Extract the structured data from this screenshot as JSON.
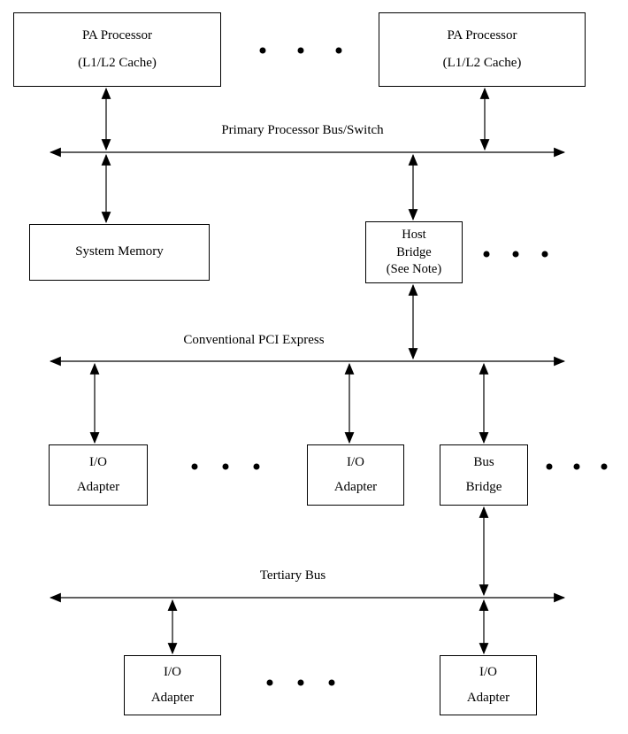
{
  "diagram": {
    "colors": {
      "ink": "#000000",
      "background": "#ffffff"
    },
    "pa_processor_left": {
      "line1": "PA Processor",
      "line2": "(L1/L2 Cache)"
    },
    "pa_processor_right": {
      "line1": "PA Processor",
      "line2": "(L1/L2 Cache)"
    },
    "bus_labels": {
      "primary": "Primary Processor Bus/Switch",
      "pci": "Conventional PCI Express",
      "tertiary": "Tertiary Bus"
    },
    "system_memory": {
      "label": "System Memory"
    },
    "host_bridge": {
      "line1": "Host",
      "line2": "Bridge",
      "line3": "(See Note)"
    },
    "io_adapter_1": {
      "line1": "I/O",
      "line2": "Adapter"
    },
    "io_adapter_2": {
      "line1": "I/O",
      "line2": "Adapter"
    },
    "bus_bridge": {
      "line1": "Bus",
      "line2": "Bridge"
    },
    "io_adapter_3": {
      "line1": "I/O",
      "line2": "Adapter"
    },
    "io_adapter_4": {
      "line1": "I/O",
      "line2": "Adapter"
    }
  }
}
